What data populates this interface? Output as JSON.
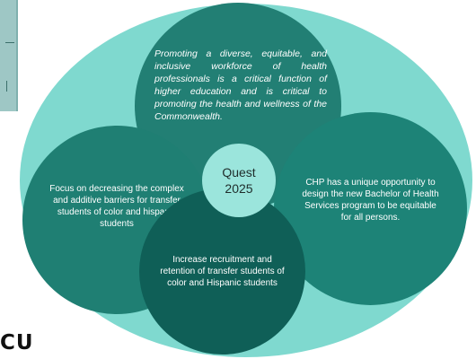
{
  "diagram": {
    "center": {
      "line1": "Quest",
      "line2": "2025"
    },
    "top_text": "Promoting a diverse, equitable, and inclusive workforce of health professionals is a critical function of higher education and is critical to promoting the health and wellness of the Commonwealth.",
    "left_text": "Focus on decreasing the complex and additive barriers for transfer students of color and hispanic students",
    "right_text": "CHP has a unique opportunity to design the new Bachelor of Health Services program to be equitable for all persons.",
    "bottom_text": "Increase recruitment and retention of transfer students of color and Hispanic students"
  },
  "logo": {
    "text": "CU"
  },
  "colors": {
    "ellipse": "#7fd9cf",
    "top_circle": "#227f74",
    "side_circles": "#1f7f73",
    "bottom_circle": "#0f5f57",
    "center_circle": "#9be5dc"
  }
}
